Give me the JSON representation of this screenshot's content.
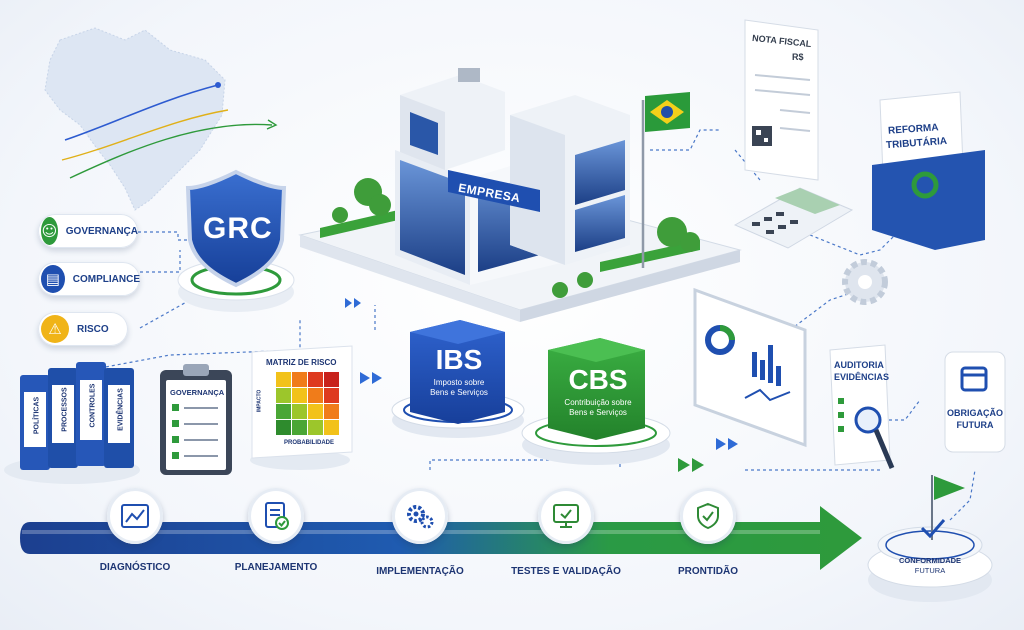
{
  "grc": {
    "shield_label": "GRC"
  },
  "pillars": [
    {
      "label": "GOVERNANÇA",
      "icon": "people-icon",
      "color": "#2e9a3b"
    },
    {
      "label": "COMPLIANCE",
      "icon": "clipboard-icon",
      "color": "#1f4fb0"
    },
    {
      "label": "RISCO",
      "icon": "warning-icon",
      "color": "#f0b418"
    }
  ],
  "binders": [
    "POLÍTICAS",
    "PROCESSOS",
    "CONTROLES",
    "EVIDÊNCIAS"
  ],
  "governance_clipboard": {
    "title": "GOVERNANÇA"
  },
  "risk_matrix": {
    "title": "MATRIZ DE RISCO",
    "y_axis": "IMPACTO",
    "x_axis": "PROBABILIDADE"
  },
  "building": {
    "sign": "EMPRESA"
  },
  "ibs": {
    "title": "IBS",
    "subtitle_line1": "Imposto sobre",
    "subtitle_line2": "Bens e Serviços",
    "color": "#1f4fb8"
  },
  "cbs": {
    "title": "CBS",
    "subtitle_line1": "Contribuição sobre",
    "subtitle_line2": "Bens e Serviços",
    "color": "#2f9a35"
  },
  "invoice": {
    "title": "NOTA FISCAL",
    "currency": "R$"
  },
  "reform_folder": {
    "line1": "REFORMA",
    "line2": "TRIBUTÁRIA"
  },
  "audit": {
    "line1": "AUDITORIA",
    "line2": "EVIDÊNCIAS"
  },
  "future_obligation": {
    "line1": "OBRIGAÇÃO",
    "line2": "FUTURA"
  },
  "timeline": {
    "steps": [
      {
        "label": "DIAGNÓSTICO",
        "icon": "map-route-icon"
      },
      {
        "label": "PLANEJAMENTO",
        "icon": "document-check-icon"
      },
      {
        "label": "IMPLEMENTAÇÃO",
        "icon": "gears-icon"
      },
      {
        "label": "TESTES E VALIDAÇÃO",
        "icon": "monitor-check-icon"
      },
      {
        "label": "PRONTIDÃO",
        "icon": "shield-check-icon"
      }
    ],
    "goal": {
      "line1": "CONFORMIDADE",
      "line2": "FUTURA"
    }
  },
  "colors": {
    "navy": "#1d3f88",
    "blue": "#1f4fb0",
    "green": "#2e9a3b",
    "yellow": "#f0b418"
  }
}
